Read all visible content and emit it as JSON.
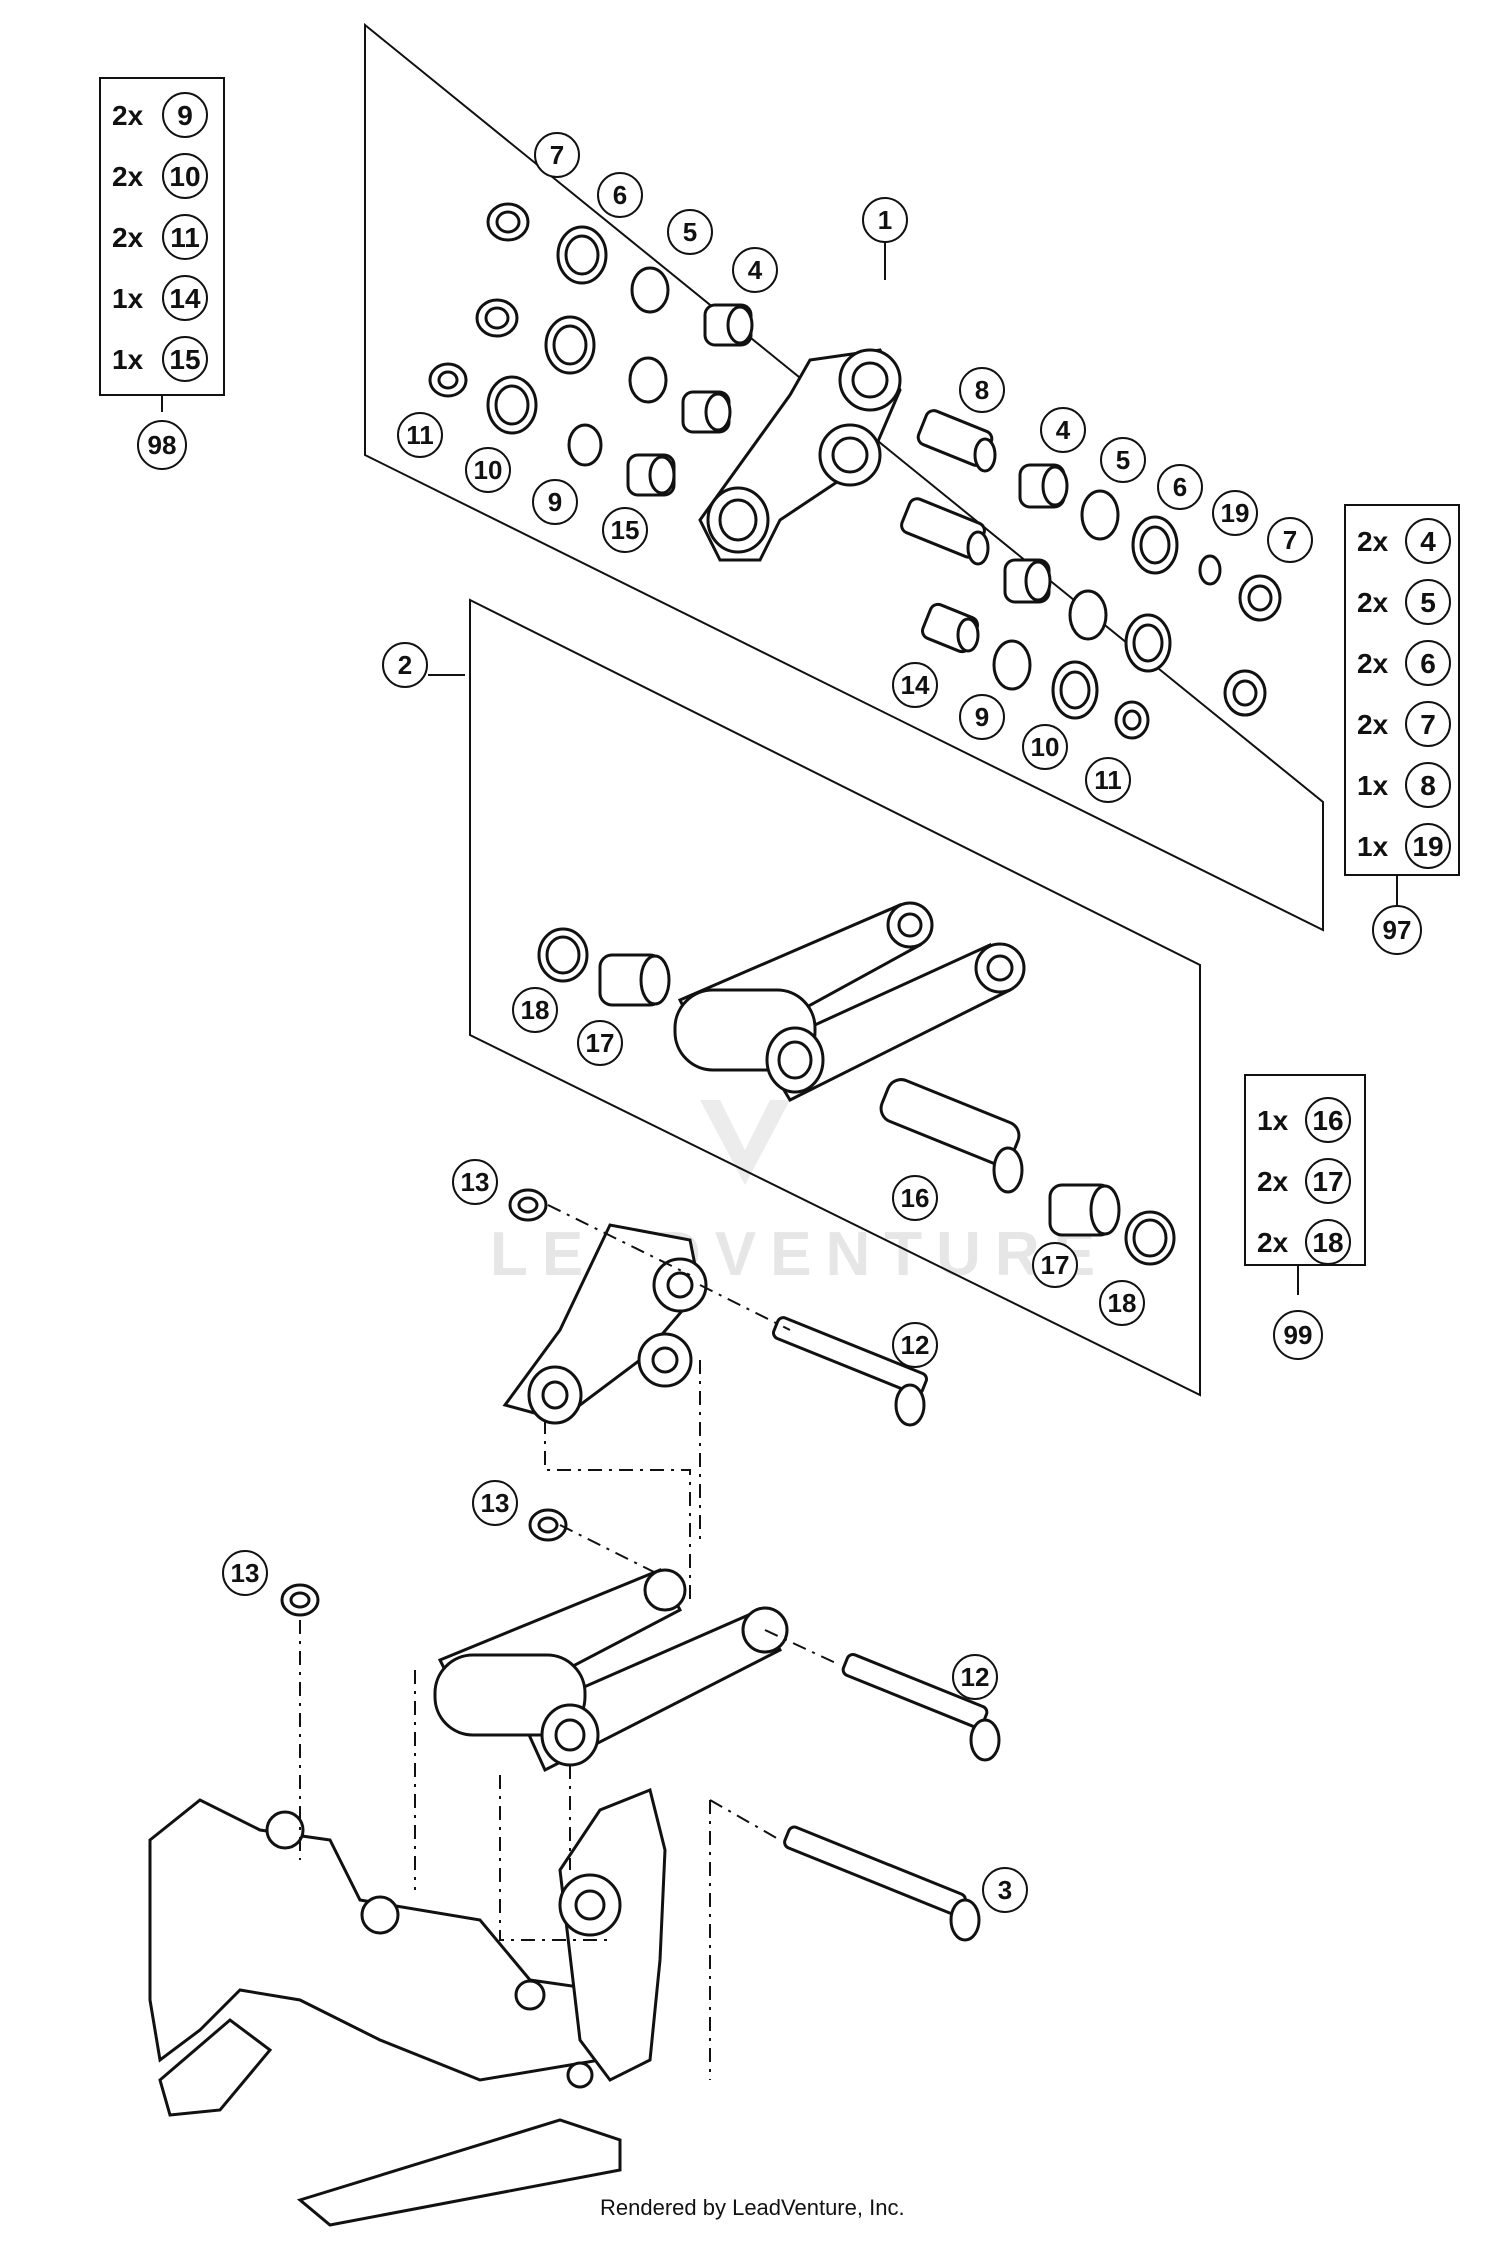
{
  "watermark": "LEADVENTURE",
  "footer": "Rendered by LeadVenture, Inc.",
  "callouts": {
    "c1": "1",
    "c2": "2",
    "c3": "3",
    "c4a": "4",
    "c4b": "4",
    "c5a": "5",
    "c5b": "5",
    "c6a": "6",
    "c6b": "6",
    "c7a": "7",
    "c7b": "7",
    "c8": "8",
    "c9a": "9",
    "c9b": "9",
    "c10a": "10",
    "c10b": "10",
    "c11a": "11",
    "c11b": "11",
    "c12a": "12",
    "c12b": "12",
    "c13a": "13",
    "c13b": "13",
    "c13c": "13",
    "c14": "14",
    "c15": "15",
    "c16": "16",
    "c17a": "17",
    "c17b": "17",
    "c18a": "18",
    "c18b": "18",
    "c19": "19"
  },
  "kits": {
    "k98": {
      "label": "98",
      "rows": [
        {
          "qty": "2x",
          "part": "9"
        },
        {
          "qty": "2x",
          "part": "10"
        },
        {
          "qty": "2x",
          "part": "11"
        },
        {
          "qty": "1x",
          "part": "14"
        },
        {
          "qty": "1x",
          "part": "15"
        }
      ]
    },
    "k97": {
      "label": "97",
      "rows": [
        {
          "qty": "2x",
          "part": "4"
        },
        {
          "qty": "2x",
          "part": "5"
        },
        {
          "qty": "2x",
          "part": "6"
        },
        {
          "qty": "2x",
          "part": "7"
        },
        {
          "qty": "1x",
          "part": "8"
        },
        {
          "qty": "1x",
          "part": "19"
        }
      ]
    },
    "k99": {
      "label": "99",
      "rows": [
        {
          "qty": "1x",
          "part": "16"
        },
        {
          "qty": "2x",
          "part": "17"
        },
        {
          "qty": "2x",
          "part": "18"
        }
      ]
    }
  }
}
